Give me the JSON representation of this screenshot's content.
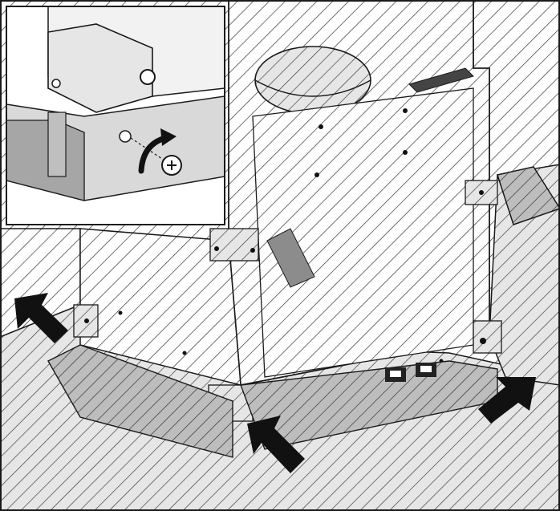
{
  "figure": {
    "kind": "technical installation illustration",
    "background": "#ffffff",
    "colors": {
      "line": "#1a1a1a",
      "hatch": "#333333",
      "panel_light": "#f2f2f2",
      "panel_mid": "#d9d9d9",
      "panel_dark": "#a6a6a6",
      "arrow": "#111111",
      "arrow_shadow": "#8c8c8c"
    },
    "inset": {
      "icons": [
        "bracket-plate",
        "screw-icon",
        "curved-arrow-icon"
      ]
    },
    "main": {
      "icons": [
        "arrow-top-left",
        "arrow-bottom-center",
        "arrow-right",
        "arrow-center-gray",
        "connector-cluster"
      ]
    }
  }
}
